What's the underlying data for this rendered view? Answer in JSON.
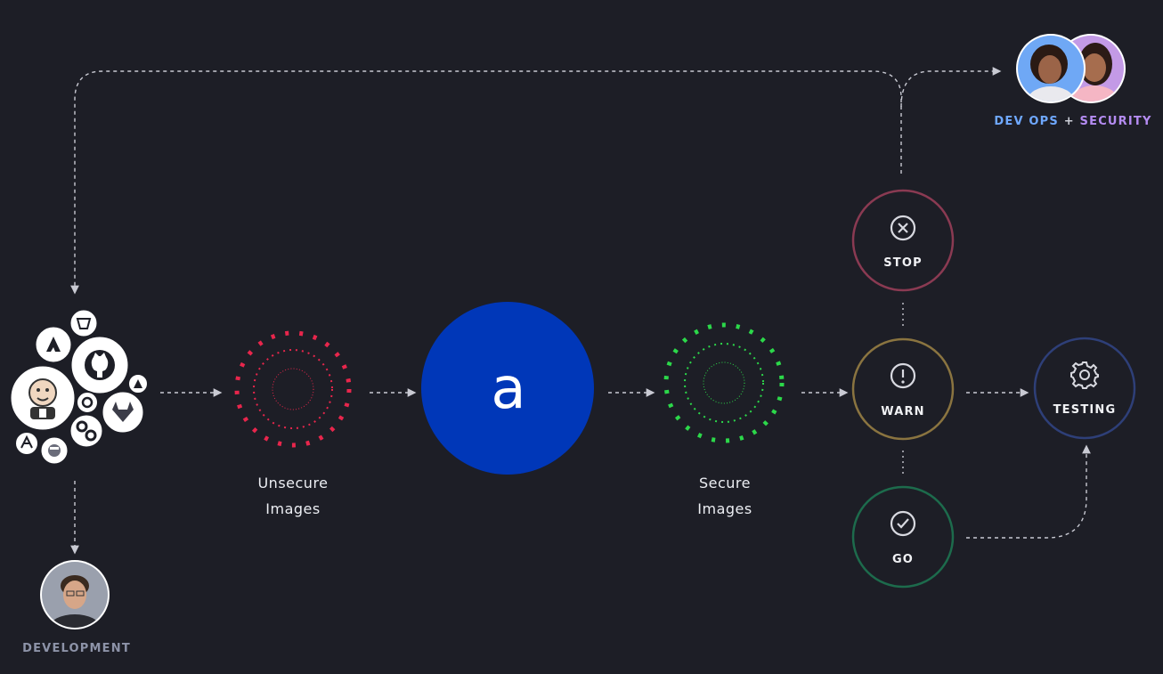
{
  "sources": {
    "tools": [
      "jenkins-icon",
      "github-icon",
      "gitlab-icon",
      "azure-icon",
      "atlassian-icon",
      "circleci-icon",
      "harness-icon",
      "bitbucket-icon",
      "spinnaker-icon",
      "tekton-icon"
    ]
  },
  "stages": {
    "unsecure": {
      "line1": "Unsecure",
      "line2": "Images",
      "color": "#e8264c"
    },
    "scanner": {
      "logo_letter": "a",
      "color": "#0037b8"
    },
    "secure": {
      "line1": "Secure",
      "line2": "Images",
      "color": "#2cd84a"
    }
  },
  "gates": {
    "stop": {
      "label": "STOP",
      "color": "#8a3a52"
    },
    "warn": {
      "label": "WARN",
      "color": "#8a7440"
    },
    "go": {
      "label": "GO",
      "color": "#1d6b4c"
    }
  },
  "testing": {
    "label": "TESTING",
    "color": "#2e3f78"
  },
  "teams": {
    "devops_label": "DEV OPS",
    "plus": "+",
    "security_label": "SECURITY",
    "devops_color": "#6fa8ff",
    "security_color": "#b58cf2",
    "development_label": "DEVELOPMENT"
  }
}
